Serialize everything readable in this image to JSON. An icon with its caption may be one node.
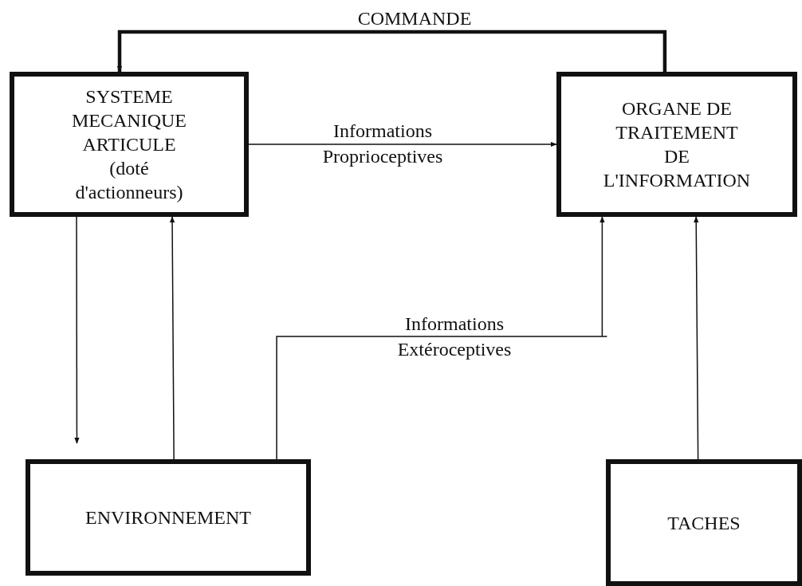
{
  "diagram": {
    "nodes": [
      {
        "text": [
          "SYSTEME MECANIQUE ARTICULE",
          "(doté d'actionneurs)"
        ]
      },
      {
        "text": [
          "ORGANE DE TRAITEMENT DE L'INFORMATION"
        ]
      },
      {
        "text": [
          "ENVIRONNEMENT"
        ]
      },
      {
        "text": [
          "TACHES"
        ]
      }
    ],
    "edges": [
      {
        "from": 1,
        "to": 0,
        "arrow": "to",
        "label": "COMMANDE",
        "style": "thick"
      },
      {
        "from": 0,
        "to": 1,
        "arrow": "to",
        "label": "Informations Proprioceptives"
      },
      {
        "from": 0,
        "to": 2,
        "arrow": "to"
      },
      {
        "from": 2,
        "to": 0,
        "arrow": "to"
      },
      {
        "from": 2,
        "to": 1,
        "arrow": "to",
        "label": "Informations Extéroceptives"
      },
      {
        "from": 3,
        "to": 1,
        "arrow": "to"
      }
    ]
  }
}
